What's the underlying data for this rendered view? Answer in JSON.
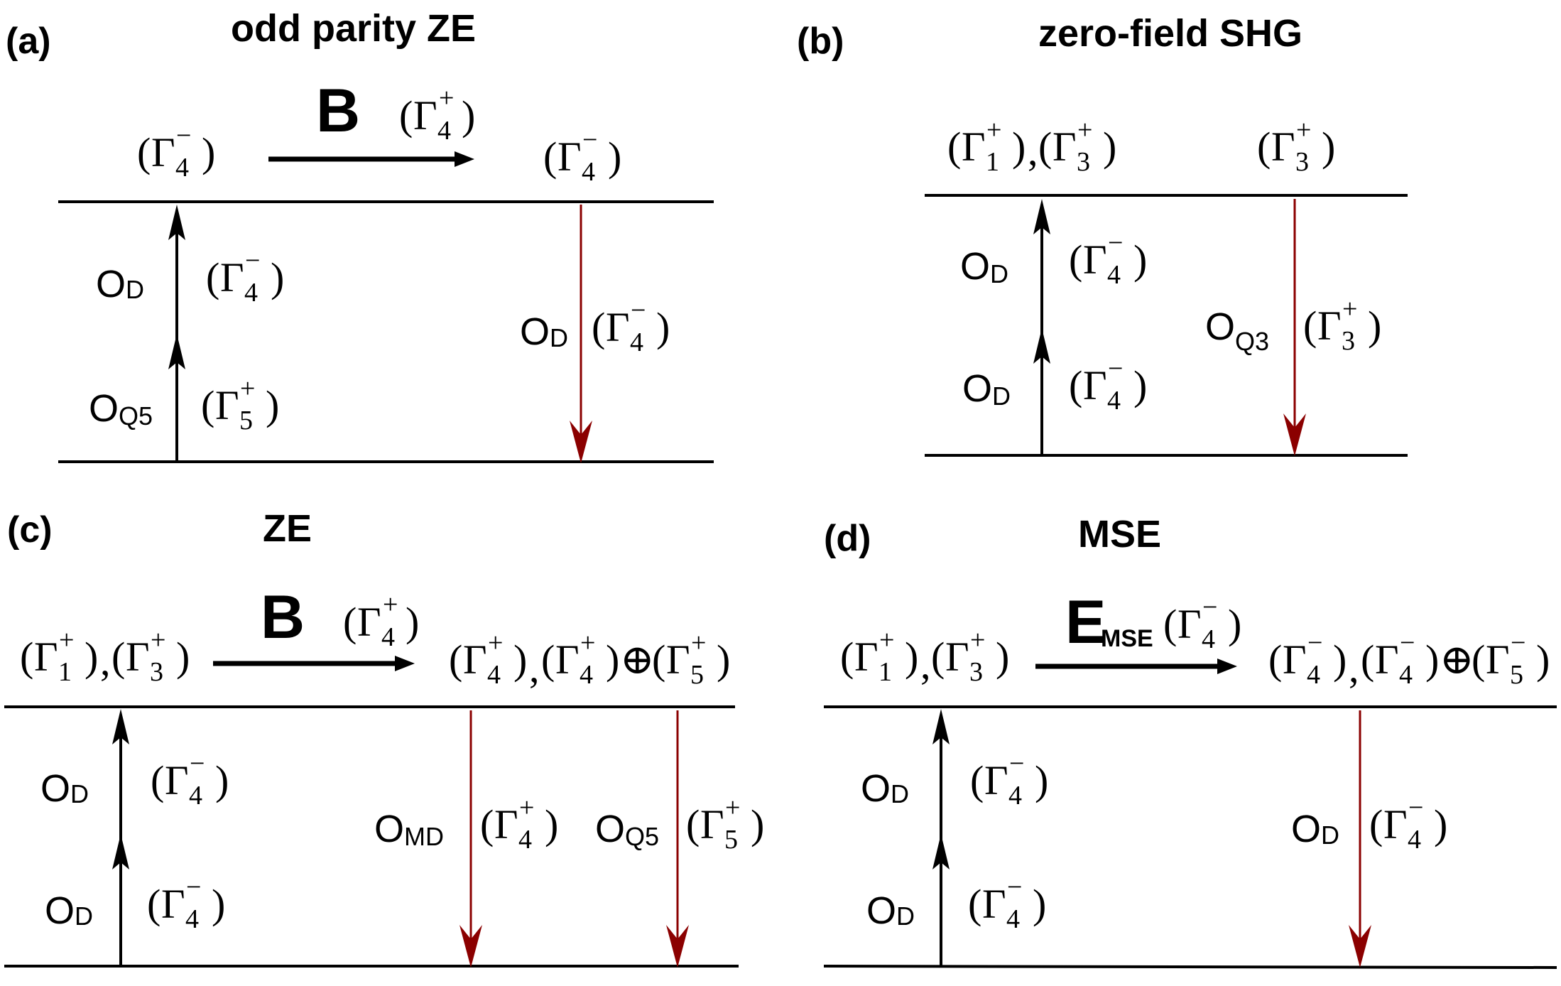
{
  "panels": [
    {
      "label": "(a)",
      "title": "odd parity ZE",
      "field": {
        "symbol": "B",
        "subscript": "",
        "irrep": {
          "n": "4",
          "sign": "+"
        }
      },
      "initial_states": [
        {
          "n": "4",
          "sign": "−"
        }
      ],
      "final_states": [
        {
          "n": "4",
          "sign": "−"
        }
      ],
      "final_states_extra": [],
      "excitation": [
        {
          "op": "O",
          "sub": "D",
          "irrep": {
            "n": "4",
            "sign": "−"
          }
        },
        {
          "op": "O",
          "sub": "Q5",
          "irrep": {
            "n": "5",
            "sign": "+"
          }
        }
      ],
      "emission": [
        {
          "op": "O",
          "sub": "D",
          "irrep": {
            "n": "4",
            "sign": "−"
          }
        }
      ]
    },
    {
      "label": "(b)",
      "title": "zero-field SHG",
      "field": null,
      "initial_states": [
        {
          "n": "1",
          "sign": "+"
        },
        {
          "n": "3",
          "sign": "+"
        }
      ],
      "final_states": [
        {
          "n": "3",
          "sign": "+"
        }
      ],
      "final_states_extra": [],
      "excitation": [
        {
          "op": "O",
          "sub": "D",
          "irrep": {
            "n": "4",
            "sign": "−"
          }
        },
        {
          "op": "O",
          "sub": "D",
          "irrep": {
            "n": "4",
            "sign": "−"
          }
        }
      ],
      "emission": [
        {
          "op": "O",
          "sub": "Q3",
          "irrep": {
            "n": "3",
            "sign": "+"
          }
        }
      ]
    },
    {
      "label": "(c)",
      "title": "ZE",
      "field": {
        "symbol": "B",
        "subscript": "",
        "irrep": {
          "n": "4",
          "sign": "+"
        }
      },
      "initial_states": [
        {
          "n": "1",
          "sign": "+"
        },
        {
          "n": "3",
          "sign": "+"
        }
      ],
      "final_states": [
        {
          "n": "4",
          "sign": "+"
        },
        {
          "n": "4",
          "sign": "+"
        }
      ],
      "final_states_extra": [
        {
          "n": "5",
          "sign": "+"
        }
      ],
      "excitation": [
        {
          "op": "O",
          "sub": "D",
          "irrep": {
            "n": "4",
            "sign": "−"
          }
        },
        {
          "op": "O",
          "sub": "D",
          "irrep": {
            "n": "4",
            "sign": "−"
          }
        }
      ],
      "emission": [
        {
          "op": "O",
          "sub": "MD",
          "irrep": {
            "n": "4",
            "sign": "+"
          }
        },
        {
          "op": "O",
          "sub": "Q5",
          "irrep": {
            "n": "5",
            "sign": "+"
          }
        }
      ]
    },
    {
      "label": "(d)",
      "title": "MSE",
      "field": {
        "symbol": "E",
        "subscript": "MSE",
        "irrep": {
          "n": "4",
          "sign": "−"
        }
      },
      "initial_states": [
        {
          "n": "1",
          "sign": "+"
        },
        {
          "n": "3",
          "sign": "+"
        }
      ],
      "final_states": [
        {
          "n": "4",
          "sign": "−"
        },
        {
          "n": "4",
          "sign": "−"
        }
      ],
      "final_states_extra": [
        {
          "n": "5",
          "sign": "−"
        }
      ],
      "excitation": [
        {
          "op": "O",
          "sub": "D",
          "irrep": {
            "n": "4",
            "sign": "−"
          }
        },
        {
          "op": "O",
          "sub": "D",
          "irrep": {
            "n": "4",
            "sign": "−"
          }
        }
      ],
      "emission": [
        {
          "op": "O",
          "sub": "D",
          "irrep": {
            "n": "4",
            "sign": "−"
          }
        }
      ]
    }
  ],
  "symbols": {
    "gamma": "Γ",
    "open": "(",
    "close": ")",
    "comma": ",",
    "oplus": "⊕"
  },
  "colors": {
    "emission_arrow": "#8b0000",
    "excitation_arrow": "#000000",
    "levels": "#000000"
  }
}
